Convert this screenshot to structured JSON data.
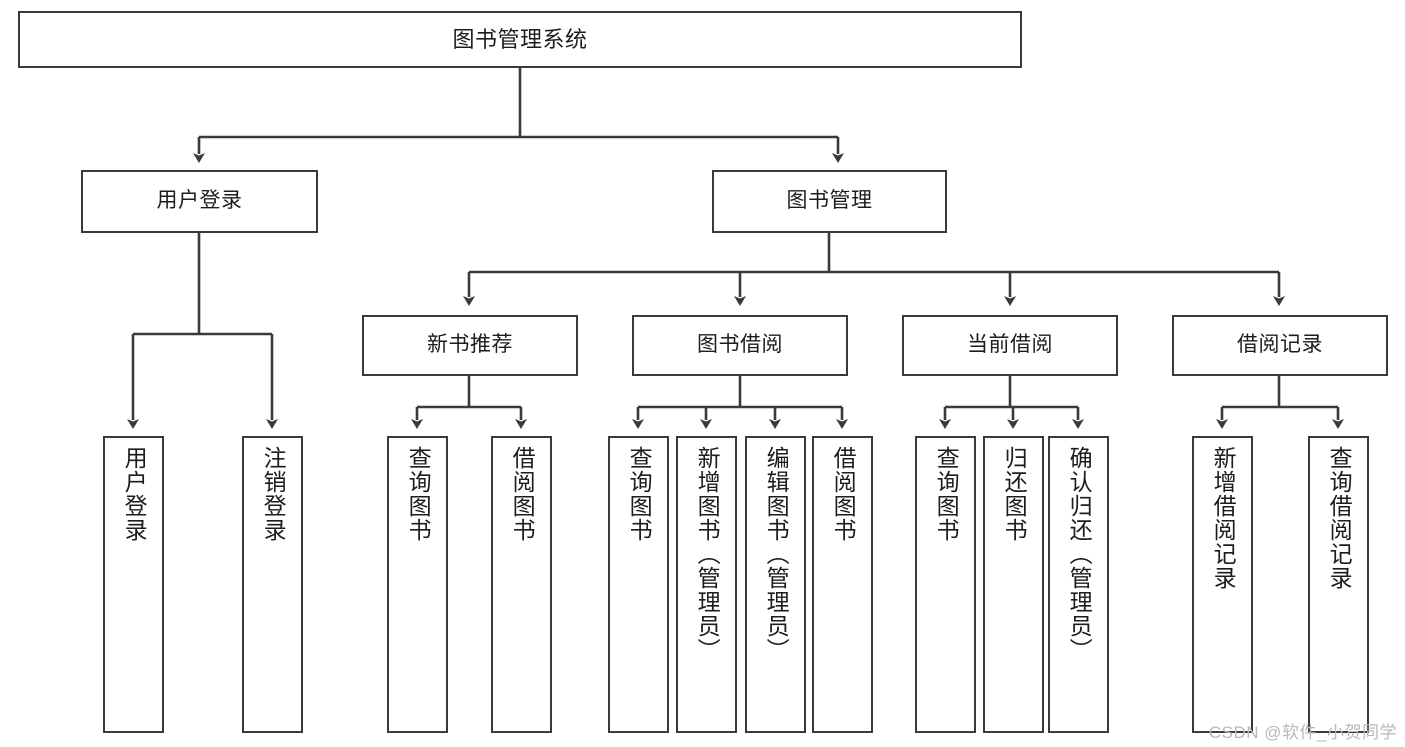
{
  "diagram": {
    "type": "tree-hierarchy",
    "title": "图书管理系统",
    "watermark": "CSDN @软件_小贺同学",
    "colors": {
      "background": "#ffffff",
      "node_fill": "#ffffff",
      "node_border": "#3a3a3a",
      "edge": "#3a3a3a",
      "text": "#1d1d1d",
      "watermark": "#b9b9b9"
    },
    "nodes": {
      "root": {
        "id": "root",
        "label": "图书管理系统",
        "level": 0,
        "orientation": "horizontal"
      },
      "level1": [
        {
          "id": "user-login",
          "label": "用户登录",
          "orientation": "horizontal"
        },
        {
          "id": "book-management",
          "label": "图书管理",
          "orientation": "horizontal"
        }
      ],
      "level2": [
        {
          "id": "new-book-recommend",
          "label": "新书推荐",
          "parent": "book-management",
          "orientation": "horizontal"
        },
        {
          "id": "book-borrow",
          "label": "图书借阅",
          "parent": "book-management",
          "orientation": "horizontal"
        },
        {
          "id": "current-borrow",
          "label": "当前借阅",
          "parent": "book-management",
          "orientation": "horizontal"
        },
        {
          "id": "borrow-record",
          "label": "借阅记录",
          "parent": "book-management",
          "orientation": "horizontal"
        }
      ],
      "leaves": [
        {
          "id": "leaf-user-login",
          "label": "用户登录",
          "parent": "user-login",
          "orientation": "vertical"
        },
        {
          "id": "leaf-user-logout",
          "label": "注销登录",
          "parent": "user-login",
          "orientation": "vertical"
        },
        {
          "id": "leaf-query-book-recommend",
          "label": "查询图书",
          "parent": "new-book-recommend",
          "orientation": "vertical"
        },
        {
          "id": "leaf-borrow-book-recommend",
          "label": "借阅图书",
          "parent": "new-book-recommend",
          "orientation": "vertical"
        },
        {
          "id": "leaf-query-book-borrow",
          "label": "查询图书",
          "parent": "book-borrow",
          "orientation": "vertical"
        },
        {
          "id": "leaf-add-book",
          "label": "新增图书（管理员）",
          "parent": "book-borrow",
          "orientation": "vertical"
        },
        {
          "id": "leaf-edit-book",
          "label": "编辑图书（管理员）",
          "parent": "book-borrow",
          "orientation": "vertical"
        },
        {
          "id": "leaf-borrow-book",
          "label": "借阅图书",
          "parent": "book-borrow",
          "orientation": "vertical"
        },
        {
          "id": "leaf-query-book-current",
          "label": "查询图书",
          "parent": "current-borrow",
          "orientation": "vertical"
        },
        {
          "id": "leaf-return-book",
          "label": "归还图书",
          "parent": "current-borrow",
          "orientation": "vertical"
        },
        {
          "id": "leaf-confirm-return",
          "label": "确认归还（管理员）",
          "parent": "current-borrow",
          "orientation": "vertical"
        },
        {
          "id": "leaf-add-borrow-record",
          "label": "新增借阅记录",
          "parent": "borrow-record",
          "orientation": "vertical"
        },
        {
          "id": "leaf-query-borrow-record",
          "label": "查询借阅记录",
          "parent": "borrow-record",
          "orientation": "vertical"
        }
      ]
    }
  }
}
